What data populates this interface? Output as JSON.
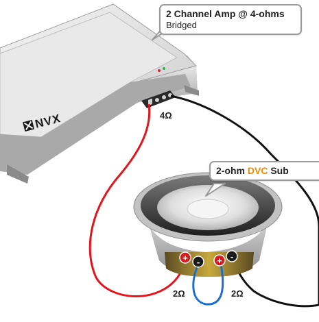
{
  "amp_callout": {
    "title": "2 Channel Amp @ 4-ohms",
    "subtitle": "Bridged"
  },
  "sub_callout": {
    "title_prefix": "2-ohm ",
    "title_accent": "DVC",
    "title_suffix": " Sub"
  },
  "amp": {
    "brand": "NVX",
    "terminal_label": "4Ω"
  },
  "subwoofer": {
    "coil_left_label": "2Ω",
    "coil_right_label": "2Ω",
    "terminals": [
      "+",
      "-",
      "+",
      "-"
    ]
  },
  "colors": {
    "positive_wire": "#e5131b",
    "negative_wire": "#111111",
    "jumper_wire": "#1b6fd1",
    "accent_text": "#f08a00",
    "callout_border": "#9a9a9a"
  }
}
